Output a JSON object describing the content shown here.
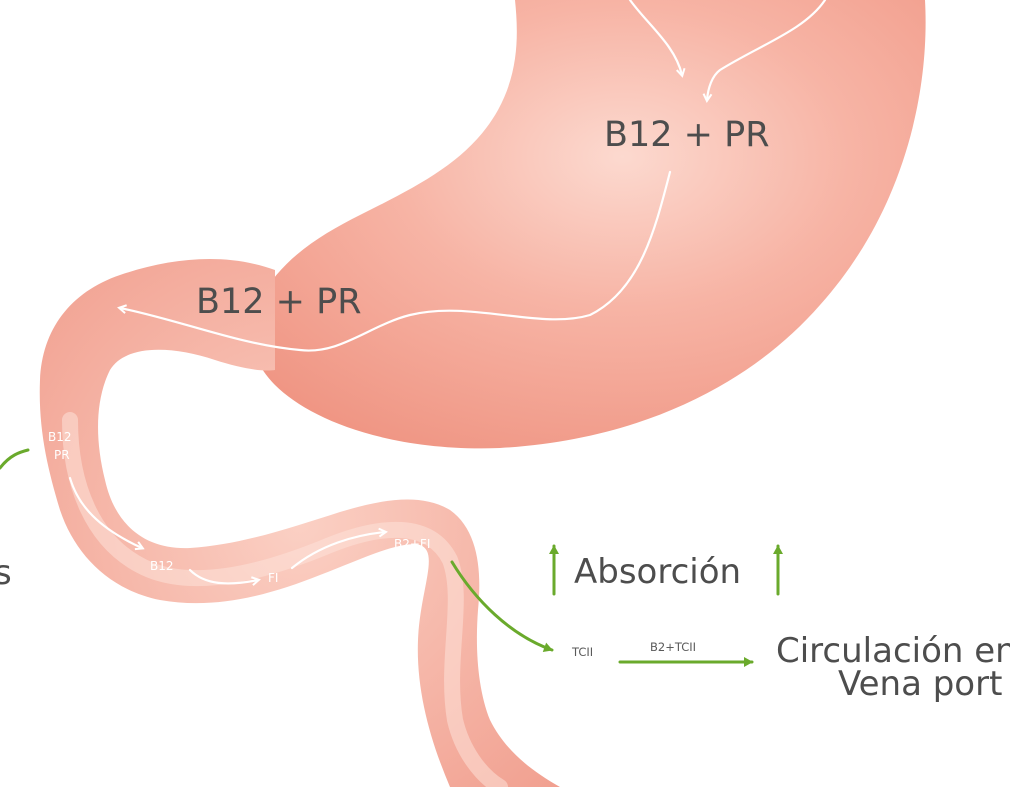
{
  "colors": {
    "organ": "#f4a392",
    "organ_light": "#fbd3c8",
    "organ_dark": "#e9897a",
    "arrow_flow": "#ffffff",
    "arrow_green": "#6aaa2c",
    "text": "#4d4d4d"
  },
  "labels": {
    "stomach_complex": "B12 + PR",
    "pylorus_complex": "B12 + PR",
    "duodenum_b12": "B12",
    "duodenum_pr": "PR",
    "intestine_b12": "B12",
    "intestine_fi": "FI",
    "intestine_b12fi": "B2+FI",
    "tcii": "TCII",
    "b12_tcii": "B2+TCII",
    "absorption": "Absorción",
    "circulation_line1": "Circulación en",
    "circulation_line2": "Vena port",
    "left_cut_letter": "s"
  }
}
